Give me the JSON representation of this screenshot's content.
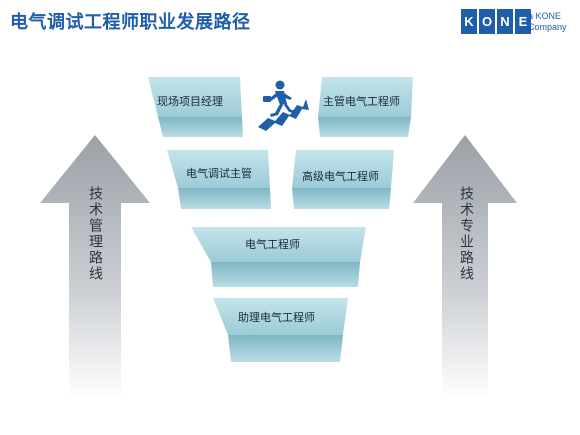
{
  "title": "电气调试工程师职业发展路径",
  "logo": {
    "letters": [
      "K",
      "O",
      "N",
      "E"
    ],
    "tagline_1": "a KONE",
    "tagline_2": "Company"
  },
  "colors": {
    "brand": "#1f5ea8",
    "block": "#a7d4de",
    "arrow": "#9aa0a6"
  },
  "paths": {
    "left": "技术管理路线",
    "right": "技术专业路线"
  },
  "levels": {
    "project_manager": "现场项目经理",
    "chief_engineer": "主管电气工程师",
    "commissioning_supervisor": "电气调试主管",
    "senior_engineer": "高级电气工程师",
    "engineer": "电气工程师",
    "assistant_engineer": "助理电气工程师"
  },
  "icons": [
    "climbing-man-icon"
  ]
}
